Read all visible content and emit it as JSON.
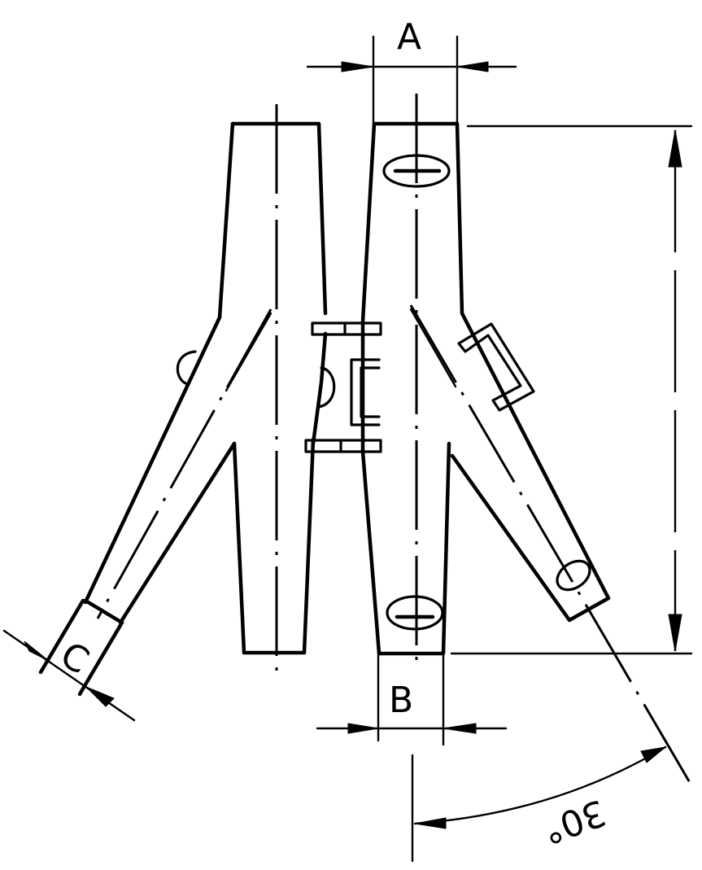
{
  "drawing": {
    "type": "technical-line-drawing",
    "subject": "three-way tube branch / Y-fitting with clamps",
    "dimensions": {
      "top_width": {
        "label": "A"
      },
      "bottom_width": {
        "label": "B"
      },
      "branch_width": {
        "label": "C"
      },
      "branch_angle": {
        "label": "30°",
        "value": 30,
        "unit": "deg"
      }
    },
    "colors": {
      "line": "#000000",
      "background": "#ffffff"
    }
  }
}
